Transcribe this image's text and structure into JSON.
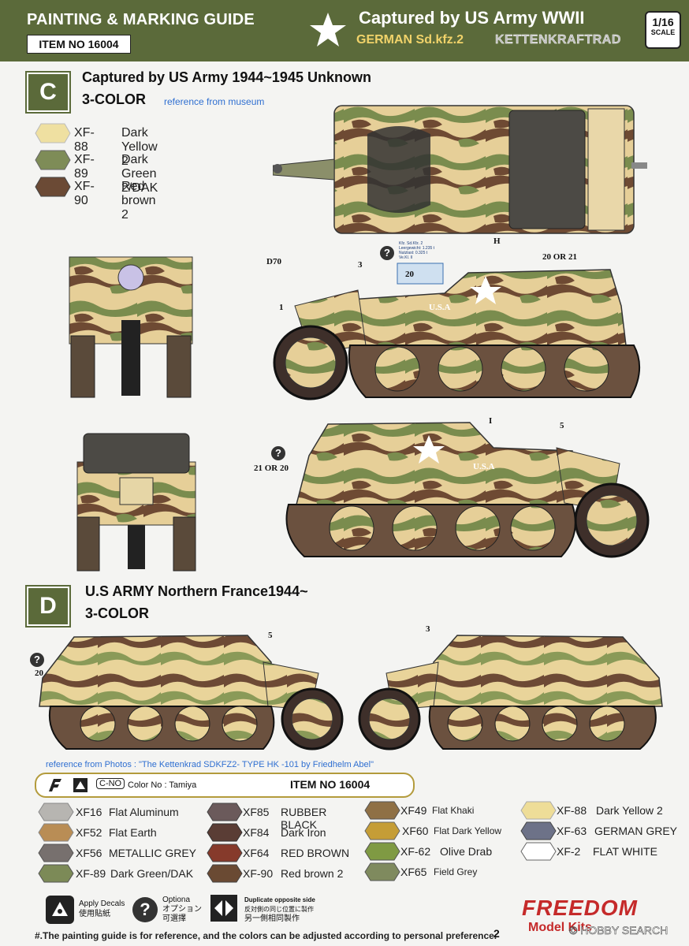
{
  "header": {
    "guide_title": "PAINTING & MARKING GUIDE",
    "item_no": "ITEM NO 16004",
    "title": "Captured by US Army WWII",
    "subtitle_1": "GERMAN Sd.kfz.2",
    "subtitle_2": "KETTENKRAFTRAD",
    "scale_value": "1/16",
    "scale_label": "SCALE"
  },
  "scheme_c": {
    "letter": "C",
    "title": "Captured by US Army 1944~1945  Unknown",
    "subtitle": "3-COLOR",
    "reference": "reference from museum",
    "colors": [
      {
        "code": "XF-88",
        "name": "Dark Yellow 2",
        "color": "#efe0a1"
      },
      {
        "code": "XF-89",
        "name": "Dark Green 2/DAK",
        "color": "#7e8c57"
      },
      {
        "code": "XF-90",
        "name": "Red brown 2",
        "color": "#6b4a35"
      }
    ]
  },
  "scheme_d": {
    "letter": "D",
    "title": "U.S ARMY Northern France1944~",
    "subtitle": "3-COLOR",
    "reference": "reference from Photos :  \"The Kettenkrad SDKFZ2- TYPE HK -101 by Friedhelm Abel\""
  },
  "annotations": {
    "d70": "D70",
    "n3": "3",
    "n1": "1",
    "n20": "20",
    "h": "H",
    "twenty_or_21": "20 OR 21",
    "usa": "U.S.A",
    "usa2": "U.S.A",
    "i": "I",
    "n5": "5",
    "twentyone_or_20": "21 OR 20",
    "d_n5": "5",
    "d_n3": "3",
    "d_n20": "20",
    "plate_line1": "Kfz.            Sd.Kfz. 2",
    "plate_line2": "Leergewicht:   1.235 t",
    "plate_line3": "Nutzlast:        0.325 t",
    "plate_line4": "Ve.Kl.              II"
  },
  "color_bar": {
    "label": "Color No : Tamiya",
    "item_no": "ITEM NO 16004",
    "c_no": "C-NO"
  },
  "palette": [
    {
      "code": "XF16",
      "name": "Flat Aluminum",
      "color": "#b7b5b1"
    },
    {
      "code": "XF52",
      "name": "Flat Earth",
      "color": "#b98d55"
    },
    {
      "code": "XF56",
      "name": "METALLIC GREY",
      "color": "#77706e"
    },
    {
      "code": "XF-89",
      "name": "Dark Green/DAK",
      "color": "#7c8a57"
    },
    {
      "code": "XF85",
      "name": "RUBBER BLACK",
      "color": "#6b5a5b"
    },
    {
      "code": "XF84",
      "name": "Dark Iron",
      "color": "#5a3d35"
    },
    {
      "code": "XF64",
      "name": "RED BROWN",
      "color": "#863a2b"
    },
    {
      "code": "XF-90",
      "name": "Red brown 2",
      "color": "#6a4a33"
    },
    {
      "code": "XF49",
      "name": "Flat Khaki",
      "color": "#8f7045"
    },
    {
      "code": "XF60",
      "name": "Flat Dark Yellow",
      "color": "#c59d36"
    },
    {
      "code": "XF-62",
      "name": "Olive Drab",
      "color": "#7f9a43"
    },
    {
      "code": "XF65",
      "name": "Field Grey",
      "color": "#7f8a5e"
    },
    {
      "code": "XF-88",
      "name": "Dark Yellow 2",
      "color": "#eedd98"
    },
    {
      "code": "XF-63",
      "name": "GERMAN GREY",
      "color": "#6d7288"
    },
    {
      "code": "XF-2",
      "name": "FLAT WHITE",
      "color": "#ffffff"
    }
  ],
  "icons_legend": {
    "apply_decals_en": "Apply Decals",
    "apply_decals_cn": "使用貼紙",
    "optional_en": "Optiona",
    "optional_jp": "オプション",
    "optional_cn": "可選擇",
    "duplicate_en": "Duplicate opposite side",
    "duplicate_jp": "反対側の同じ位置に製作",
    "duplicate_cn": "另一側相同製作"
  },
  "footer": {
    "note": "#.The painting guide is for reference, and the colors can be adjusted according to personal preference.",
    "page": "2",
    "brand": "FREEDOM",
    "brand_sub": "Model Kits",
    "watermark": "© HOBBY SEARCH"
  }
}
